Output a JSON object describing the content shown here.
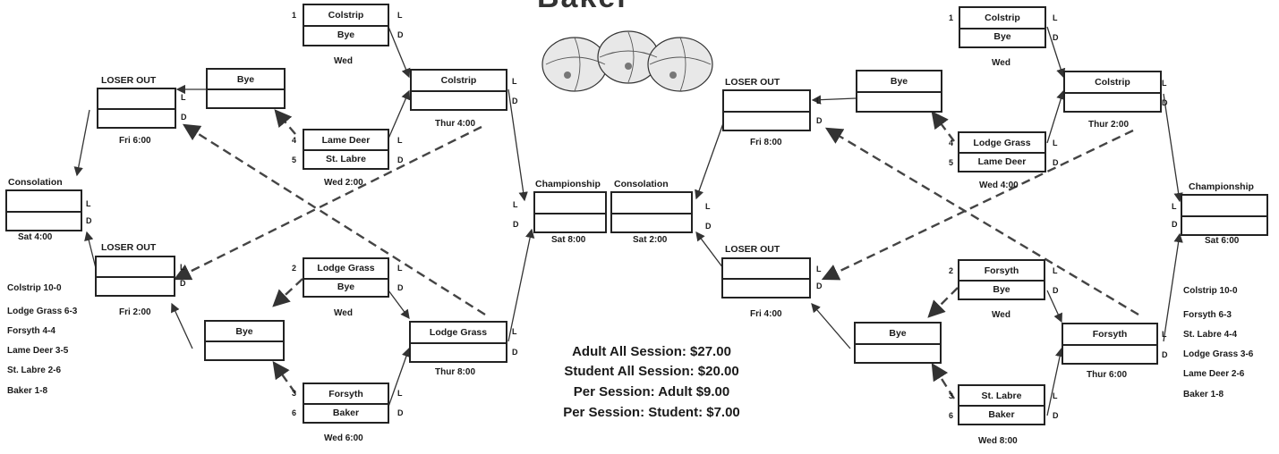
{
  "title": "Baker",
  "left_bracket": {
    "g1": {
      "seed_a": "1",
      "team_a": "Colstrip",
      "seed_b": "",
      "team_b": "Bye",
      "time": "Wed"
    },
    "g2": {
      "seed_a": "4",
      "team_a": "Lame Deer",
      "seed_b": "5",
      "team_b": "St. Labre",
      "time": "Wed 2:00"
    },
    "g3": {
      "seed_a": "2",
      "team_a": "Lodge Grass",
      "seed_b": "",
      "team_b": "Bye",
      "time": "Wed"
    },
    "g4": {
      "seed_a": "3",
      "team_a": "Forsyth",
      "seed_b": "6",
      "team_b": "Baker",
      "time": "Wed 6:00"
    },
    "semi1": {
      "team_a": "Colstrip",
      "time": "Thur 4:00"
    },
    "semi2": {
      "team_a": "Lodge Grass",
      "time": "Thur 8:00"
    },
    "bye1": {
      "team_a": "Bye"
    },
    "bye2": {
      "team_a": "Bye"
    },
    "loser_out_1": {
      "header": "LOSER OUT",
      "time": "Fri 6:00"
    },
    "loser_out_2": {
      "header": "LOSER OUT",
      "time": "Fri 2:00"
    },
    "consolation": {
      "header": "Consolation",
      "time": "Sat 4:00"
    },
    "championship": {
      "header": "Championship",
      "time": "Sat 8:00"
    },
    "standings": [
      "Colstrip 10-0",
      "Lodge Grass 6-3",
      "Forsyth 4-4",
      "Lame Deer 3-5",
      "St. Labre 2-6",
      "Baker 1-8"
    ]
  },
  "right_bracket": {
    "g1": {
      "seed_a": "1",
      "team_a": "Colstrip",
      "seed_b": "",
      "team_b": "Bye",
      "time": "Wed"
    },
    "g2": {
      "seed_a": "4",
      "team_a": "Lodge Grass",
      "seed_b": "5",
      "team_b": "Lame Deer",
      "time": "Wed 4:00"
    },
    "g3": {
      "seed_a": "2",
      "team_a": "Forsyth",
      "seed_b": "",
      "team_b": "Bye",
      "time": "Wed"
    },
    "g4": {
      "seed_a": "3",
      "team_a": "St. Labre",
      "seed_b": "6",
      "team_b": "Baker",
      "time": "Wed 8:00"
    },
    "semi1": {
      "team_a": "Colstrip",
      "time": "Thur 2:00"
    },
    "semi2": {
      "team_a": "Forsyth",
      "time": "Thur 6:00"
    },
    "bye1": {
      "team_a": "Bye"
    },
    "bye2": {
      "team_a": "Bye"
    },
    "loser_out_1": {
      "header": "LOSER OUT",
      "time": "Fri 8:00"
    },
    "loser_out_2": {
      "header": "LOSER OUT",
      "time": "Fri 4:00"
    },
    "consolation": {
      "header": "Consolation",
      "time": "Sat 2:00"
    },
    "championship": {
      "header": "Championship",
      "time": "Sat 6:00"
    },
    "standings": [
      "Colstrip 10-0",
      "Forsyth 6-3",
      "St. Labre 4-4",
      "Lodge Grass 3-6",
      "Lame Deer 2-6",
      "Baker 1-8"
    ]
  },
  "win_letter": "L",
  "lose_letter": "D",
  "prices": [
    "Adult All Session: $27.00",
    "Student All Session: $20.00",
    "Per Session: Adult $9.00",
    "Per Session: Student: $7.00"
  ]
}
